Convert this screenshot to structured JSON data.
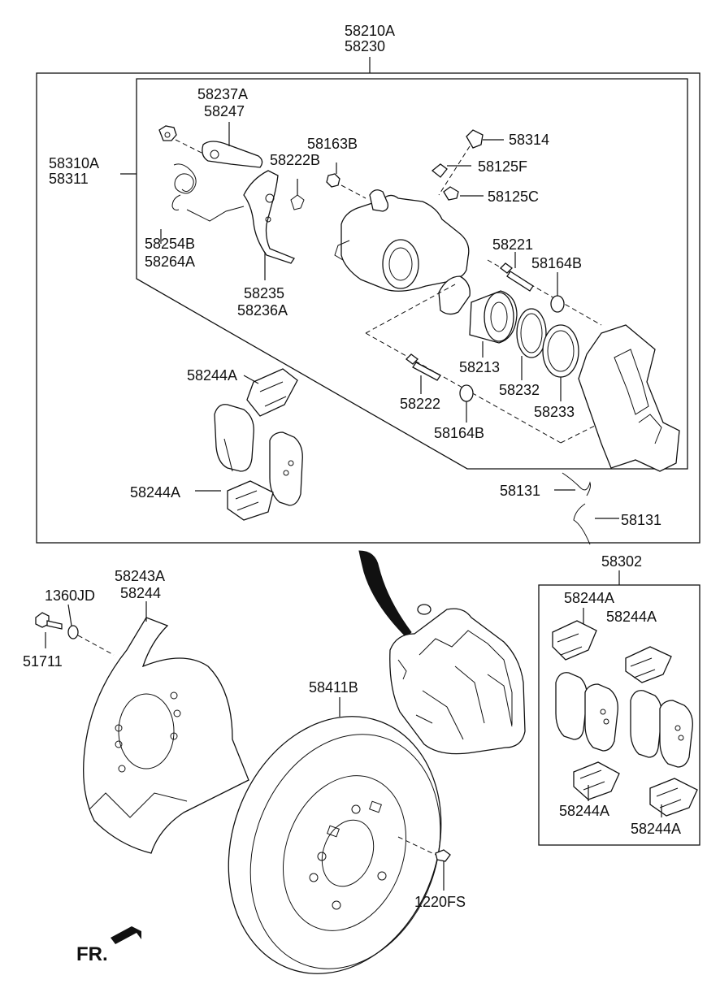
{
  "labels": {
    "assembly_a": "58210A",
    "assembly_b": "58230",
    "caliper_a": "58310A",
    "caliper_b": "58311",
    "lever_a": "58237A",
    "lever_b": "58247",
    "spring_a": "58254B",
    "spring_b": "58264A",
    "bracket_a": "58235",
    "bracket_b": "58236A",
    "nut_58163B": "58163B",
    "clip_58222B": "58222B",
    "cap_58314": "58314",
    "bleeder_58125F": "58125F",
    "cap_58125C": "58125C",
    "pin_58221": "58221",
    "boot_58164B_top": "58164B",
    "piston_58213": "58213",
    "seal_58232": "58232",
    "boot_58233": "58233",
    "pin_58222": "58222",
    "boot_58164B_bottom": "58164B",
    "shim_58244A_top": "58244A",
    "shim_58244A_bottom": "58244A",
    "spring_58131_top": "58131",
    "spring_58131_bottom": "58131",
    "pad_kit": "58302",
    "kit_shim_tl": "58244A",
    "kit_shim_tr": "58244A",
    "kit_shim_bl": "58244A",
    "kit_shim_br": "58244A",
    "shield_a": "58243A",
    "shield_b": "58244",
    "washer": "1360JD",
    "bolt": "51711",
    "disc": "58411B",
    "screw": "1220FS",
    "front_indicator": "FR."
  }
}
